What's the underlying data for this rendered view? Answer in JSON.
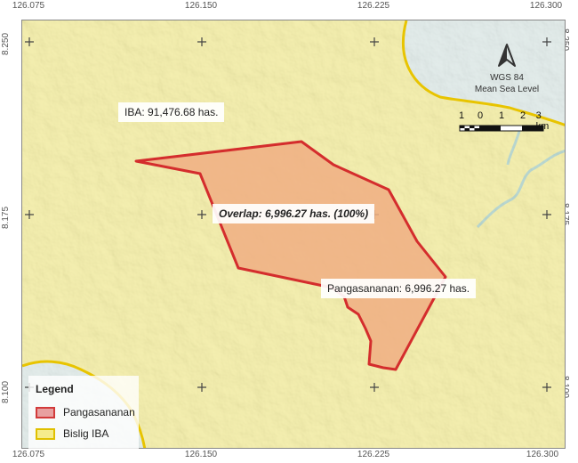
{
  "map": {
    "graticule": {
      "longitudes_top": [
        "126.075",
        "126.150",
        "126.225",
        "126.300"
      ],
      "longitudes_bottom": [
        "126.075",
        "126.150",
        "126.225",
        "126.300"
      ],
      "latitudes_left": [
        "8.250",
        "8.175",
        "8.100"
      ],
      "latitudes_right": [
        "8.250",
        "8.175",
        "8.100"
      ]
    },
    "labels": {
      "iba_area": "IBA: 91,476.68 has.",
      "overlap": "Overlap: 6,996.27 has. (100%)",
      "pangasananan_area": "Pangasananan: 6,996.27 has."
    },
    "north_arrow": {
      "icon": "north-arrow-icon",
      "datum": "WGS 84",
      "reference": "Mean Sea Level"
    },
    "scale_bar": {
      "ticks": [
        "1",
        "0",
        "1",
        "2",
        "3 km"
      ]
    },
    "legend": {
      "title": "Legend",
      "items": [
        {
          "label": "Pangasananan",
          "fill": "#e8a0a0",
          "stroke": "#d23a3a"
        },
        {
          "label": "Bislig IBA",
          "fill": "#f5ec8c",
          "stroke": "#e0c000"
        }
      ]
    },
    "colors": {
      "iba_fill": "#f2eb9a",
      "outside_fill": "#dce8e6",
      "iba_border": "#e8c400",
      "overlap_fill": "#f0ae82",
      "overlap_border": "#d42d2d",
      "river": "#a9cfc6"
    }
  }
}
